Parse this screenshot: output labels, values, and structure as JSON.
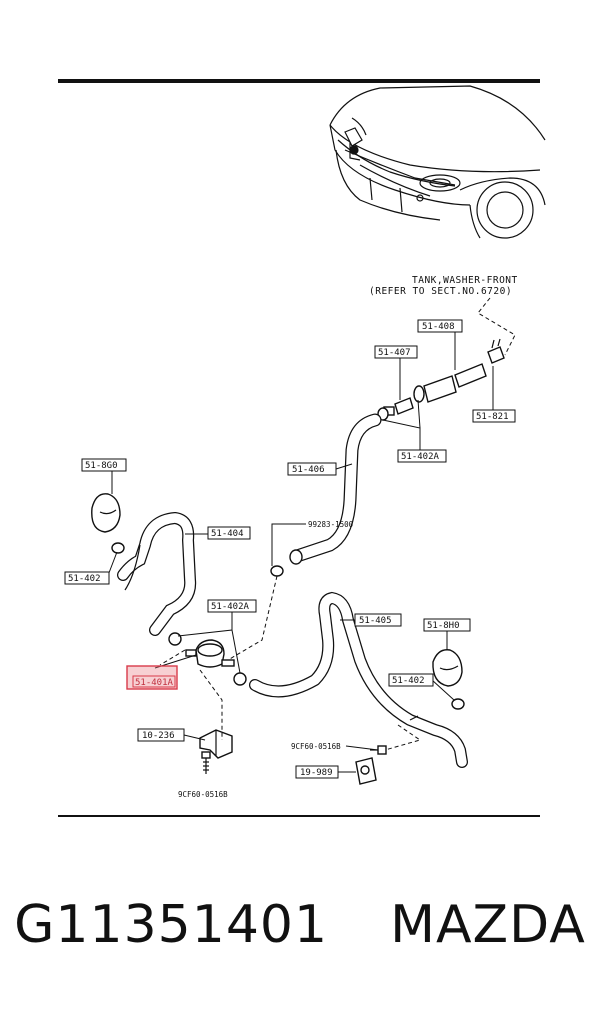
{
  "diagram": {
    "tank_note_line1": "TANK,WASHER-FRONT",
    "tank_note_line2": "(REFER TO SECT.NO.6720)",
    "labels": {
      "l_51_408": "51-408",
      "l_51_407": "51-407",
      "l_51_821": "51-821",
      "l_51_402A_top": "51-402A",
      "l_51_406": "51-406",
      "l_51_8g0": "51-8G0",
      "l_51_404": "51-404",
      "l_99283": "99283-1500",
      "l_51_402_left": "51-402",
      "l_51_402A_mid": "51-402A",
      "l_51_405": "51-405",
      "l_51_8h0": "51-8H0",
      "l_51_401A": "51-401A",
      "l_51_402_right": "51-402",
      "l_10_236": "10-236",
      "l_9cf60_right": "9CF60-0516B",
      "l_19_989": "19-989",
      "l_9cf60_bottom": "9CF60-0516B"
    },
    "highlight_color": "#d83a4a"
  },
  "caption": {
    "part_number": "G11351401",
    "brand": "MAZDA"
  }
}
